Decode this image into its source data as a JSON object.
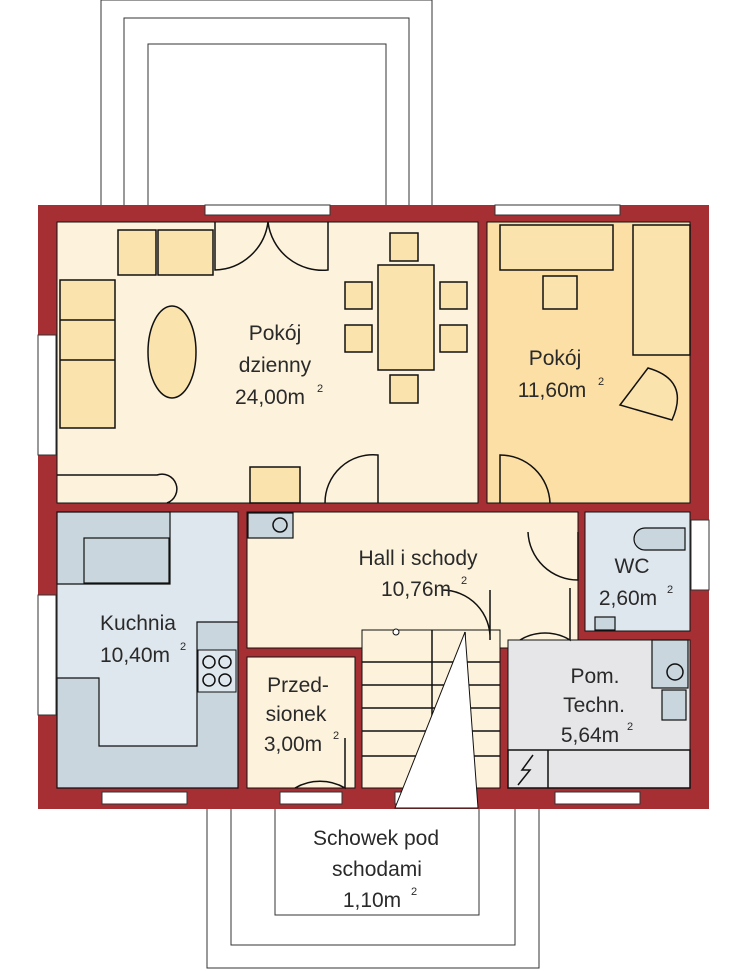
{
  "colors": {
    "wall": "#a52f33",
    "living": "#fdf2dc",
    "room": "#fcdfa4",
    "kitchen": "#dfe7ee",
    "tech": "#e6e6e8"
  },
  "rooms": {
    "living": {
      "line1": "Pokój",
      "line2": "dzienny",
      "area": "24,00m",
      "sup": "2"
    },
    "bedroom": {
      "line1": "Pokój",
      "area": "11,60m",
      "sup": "2"
    },
    "kitchen": {
      "line1": "Kuchnia",
      "area": "10,40m",
      "sup": "2"
    },
    "hall": {
      "line1": "Hall i schody",
      "area": "10,76m",
      "sup": "2"
    },
    "wc": {
      "line1": "WC",
      "area": "2,60m",
      "sup": "2"
    },
    "tech": {
      "line1": "Pom.",
      "line2": "Techn.",
      "area": "5,64m",
      "sup": "2"
    },
    "vestibule": {
      "line1": "Przed-",
      "line2": "sionek",
      "area": "3,00m",
      "sup": "2"
    },
    "storage": {
      "line1": "Schowek pod",
      "line2": "schodami",
      "area": "1,10m",
      "sup": "2"
    }
  }
}
